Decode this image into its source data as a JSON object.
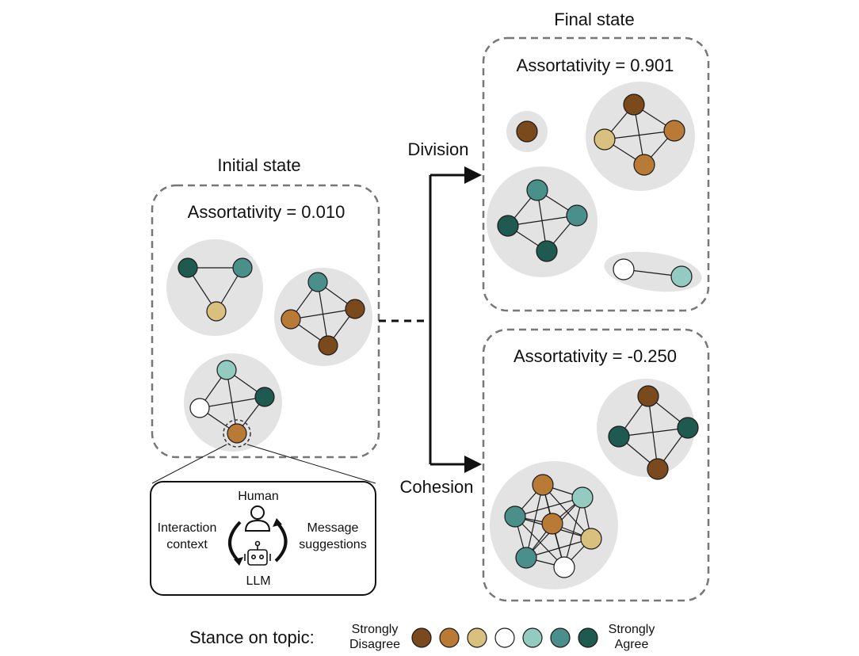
{
  "stance_colors": {
    "s1": "#7b4a1c",
    "s2": "#b97a36",
    "s3": "#d9c07e",
    "s4": "#ffffff",
    "s5": "#93cbc0",
    "s6": "#4a8f8a",
    "s7": "#1f5a50"
  },
  "initial": {
    "title": "Initial state",
    "assortativity": "Assortativity = 0.010"
  },
  "final": {
    "title": "Final state",
    "assortativity": "Assortativity = 0.901"
  },
  "cohesion_panel": {
    "assortativity": "Assortativity = -0.250"
  },
  "branches": {
    "division": "Division",
    "cohesion": "Cohesion"
  },
  "detail": {
    "human": "Human",
    "llm": "LLM",
    "left_line1": "Interaction",
    "left_line2": "context",
    "right_line1": "Message",
    "right_line2": "suggestions",
    "human_icon": "person-icon",
    "llm_icon": "robot-icon"
  },
  "legend": {
    "title": "Stance on topic:",
    "left_line1": "Strongly",
    "left_line2": "Disagree",
    "right_line1": "Strongly",
    "right_line2": "Agree"
  }
}
